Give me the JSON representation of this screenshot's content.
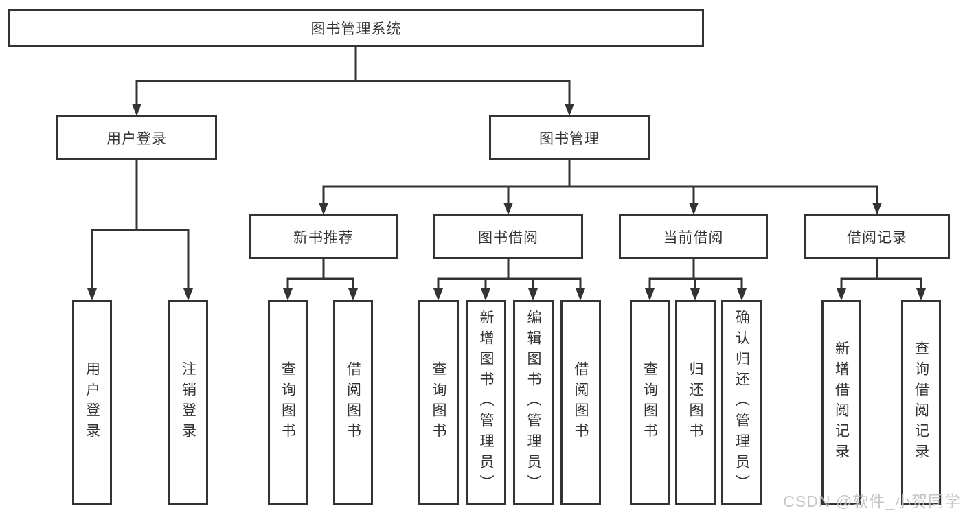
{
  "tree": {
    "root": {
      "label": "图书管理系统"
    },
    "branches": [
      {
        "label": "用户登录",
        "leaves": [
          {
            "label": "用户登录"
          },
          {
            "label": "注销登录"
          }
        ]
      },
      {
        "label": "图书管理",
        "groups": [
          {
            "label": "新书推荐",
            "leaves": [
              {
                "label": "查询图书"
              },
              {
                "label": "借阅图书"
              }
            ]
          },
          {
            "label": "图书借阅",
            "leaves": [
              {
                "label": "查询图书"
              },
              {
                "label": "新增图书（管理员）"
              },
              {
                "label": "编辑图书（管理员）"
              },
              {
                "label": "借阅图书"
              }
            ]
          },
          {
            "label": "当前借阅",
            "leaves": [
              {
                "label": "查询图书"
              },
              {
                "label": "归还图书"
              },
              {
                "label": "确认归还（管理员）"
              }
            ]
          },
          {
            "label": "借阅记录",
            "leaves": [
              {
                "label": "新增借阅记录"
              },
              {
                "label": "查询借阅记录"
              }
            ]
          }
        ]
      }
    ]
  },
  "watermark": {
    "text": "CSDN @软件_小贺同学"
  },
  "colors": {
    "line": "#333333",
    "box_border": "#333333",
    "box_fill": "#ffffff",
    "text": "#333333",
    "watermark": "#bfbfbf",
    "background": "#ffffff"
  }
}
